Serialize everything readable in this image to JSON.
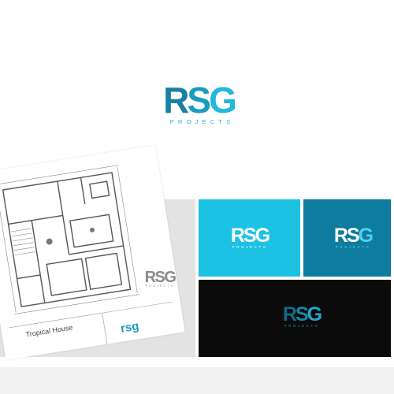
{
  "brand": {
    "logo_word": "RSG",
    "logo_sub": "PROJECTS"
  },
  "sheet": {
    "caption": "Tropical House",
    "sheet_logo_word": "rsg"
  },
  "colors": {
    "cyan": "#1cc1e3",
    "blue": "#0e7c9e",
    "dark_blue": "#126b86",
    "black": "#0b0b0b",
    "gray": "#e3e3e4",
    "logo_gray": "#8a8a8a"
  }
}
